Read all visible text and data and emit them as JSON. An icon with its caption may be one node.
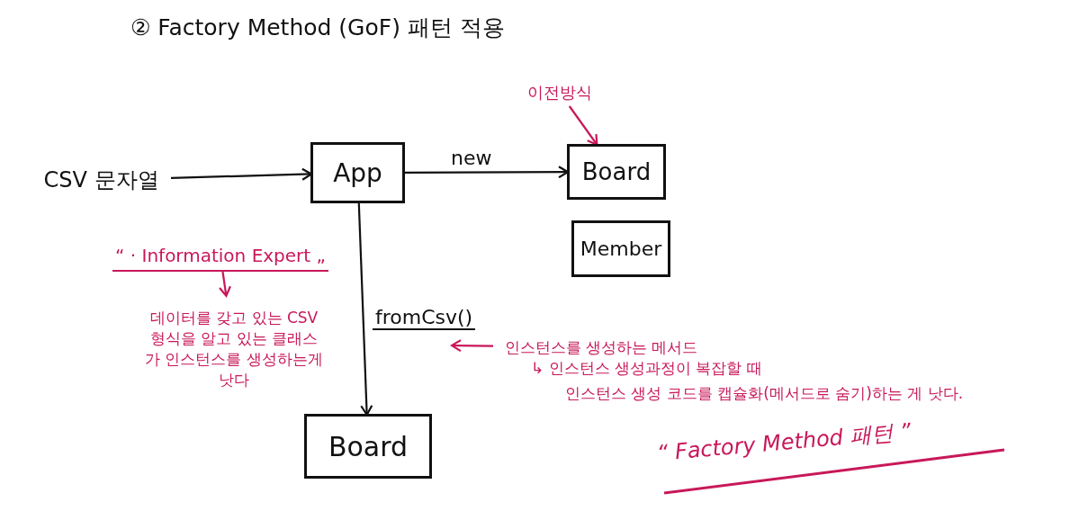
{
  "diagram": {
    "title": "② Factory Method (GoF) 패턴 적용",
    "nodes": [
      {
        "text": [
          "CSV 문자열"
        ]
      },
      {
        "text": [
          "App"
        ]
      },
      {
        "text": [
          "Board"
        ]
      },
      {
        "text": [
          "Member"
        ]
      },
      {
        "text": [
          "Board"
        ]
      },
      {
        "text": [
          "이전방식"
        ]
      },
      {
        "text": [
          "“ · Information Expert „"
        ]
      },
      {
        "text": [
          "데이터를 갖고 있는 CSV 형식을 알고 있는 클래스가 인스턴스를 생성하는게 낫다"
        ]
      },
      {
        "text": [
          "인스턴스를 생성하는 메서드"
        ]
      }
    ],
    "edges": [
      {
        "from": 0,
        "to": 1,
        "arrow": "to"
      },
      {
        "from": 1,
        "to": 2,
        "arrow": "to",
        "label": "new"
      },
      {
        "from": 1,
        "to": 4,
        "arrow": "to",
        "label": "fromCsv()"
      },
      {
        "from": 5,
        "to": 2,
        "arrow": "to",
        "color": "#c8185a"
      },
      {
        "from": 6,
        "to": 7,
        "arrow": "to",
        "color": "#c8185a"
      },
      {
        "from": 8,
        "to": null,
        "arrow": "to",
        "color": "#c8185a"
      }
    ],
    "labels": [
      "↳ 인스턴스 생성과정이 복잡할 때",
      "인스턴스 생성 코드를 캡슐화(메서드로 숨기)하는 게 낫다.",
      "“ Factory Method 패턴 ”"
    ]
  }
}
